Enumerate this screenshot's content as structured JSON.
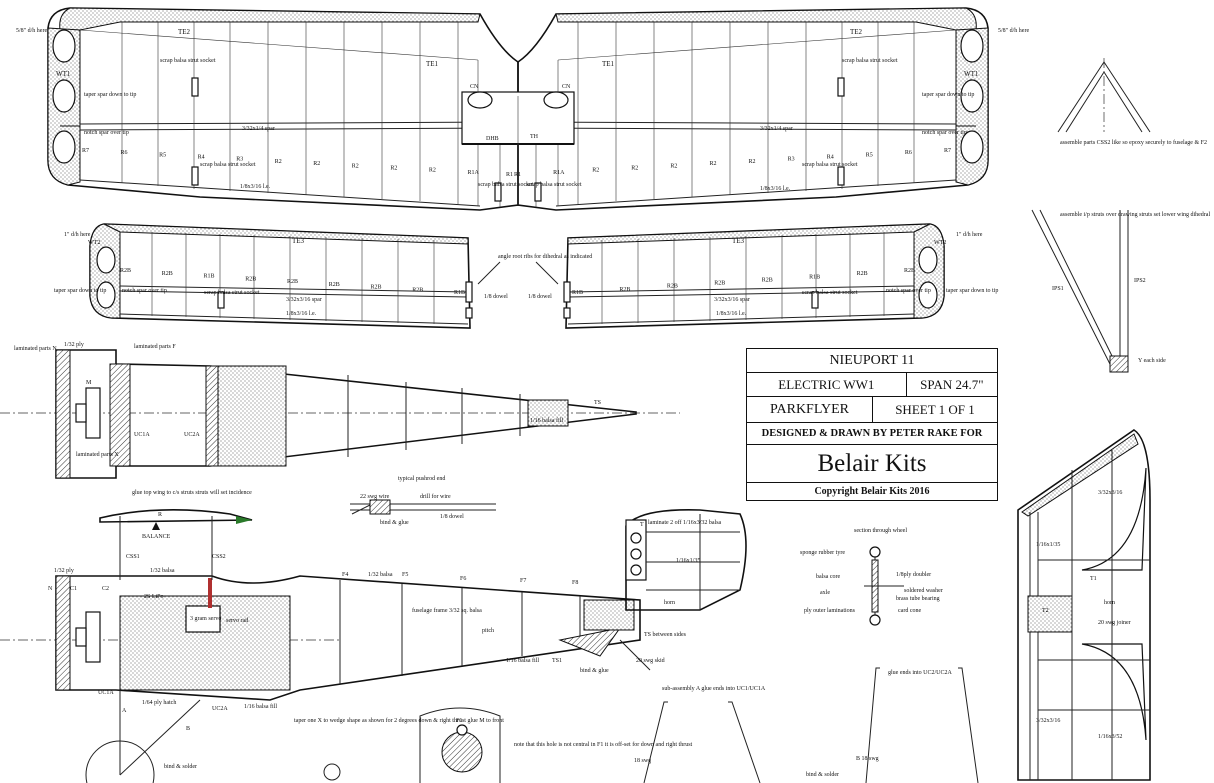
{
  "title_block": {
    "model": "NIEUPORT 11",
    "type": "ELECTRIC WW1",
    "span": "SPAN 24.7\"",
    "class": "PARKFLYER",
    "sheet": "SHEET 1 OF 1",
    "designer": "DESIGNED & DRAWN BY PETER RAKE FOR",
    "company": "Belair Kits",
    "copyright": "Copyright Belair Kits 2016"
  },
  "upper_wing": {
    "dihedral_left": "5/8\" d/h here",
    "dihedral_right": "5/8\" d/h here",
    "te2_left": "TE2",
    "te2_right": "TE2",
    "te1_left": "TE1",
    "te1_right": "TE1",
    "wt1_left": "WT1",
    "wt1_right": "WT1",
    "strut_socket_top_left": "scrap balsa strut socket",
    "strut_socket_top_right": "scrap balsa strut socket",
    "taper_spar_left": "taper spar down to tip",
    "taper_spar_right": "taper spar down to tip",
    "notch_spar_left": "notch spar over tip",
    "notch_spar_right": "notch spar over tip",
    "spar_left": "3/32x1/4 spar",
    "spar_right": "3/32x1/4 spar",
    "le_left": "1/8x3/16 l.e.",
    "le_right": "1/8x3/16 l.e.",
    "cn_left": "CN",
    "cn_right": "CN",
    "dhb": "DHB",
    "th": "TH",
    "ribs_left": [
      "R7",
      "R6",
      "R5",
      "R4",
      "R3",
      "R2",
      "R2",
      "R2",
      "R2",
      "R2",
      "R1A",
      "R1"
    ],
    "ribs_right": [
      "R1",
      "R1A",
      "R2",
      "R2",
      "R2",
      "R2",
      "R2",
      "R3",
      "R4",
      "R5",
      "R6",
      "R7"
    ],
    "socket_bottom_1": "scrap balsa strut socket",
    "socket_bottom_2": "scrap balsa strut socket",
    "socket_bottom_3": "scrap balsa strut socket",
    "socket_bottom_4": "scrap balsa strut socket"
  },
  "lower_wing": {
    "dihedral_left": "1\" d/h here",
    "dihedral_right": "1\" d/h here",
    "wt2_left": "WT2",
    "wt2_right": "WT2",
    "te3_left": "TE3",
    "te3_right": "TE3",
    "taper_spar_left": "taper spar down to tip",
    "taper_spar_right": "taper spar down to tip",
    "notch_spar_left": "notch spar over tip",
    "notch_spar_right": "notch spar over tip",
    "socket_left": "scrap balsa strut socket",
    "socket_right": "scrap balsa strut socket",
    "spar_left": "3/32x3/16 spar",
    "spar_right": "3/32x3/16 spar",
    "le_left": "1/8x3/16 l.e.",
    "le_right": "1/8x3/16 l.e.",
    "dowel_left": "1/8 dowel",
    "dowel_right": "1/8 dowel",
    "root_note": "angle root ribs for dihedral as indicated",
    "ribs_left": [
      "R2B",
      "R2B",
      "R1B",
      "R2B",
      "R2B",
      "R2B",
      "R2B",
      "R2B",
      "R1B"
    ],
    "ribs_right": [
      "R1B",
      "R2B",
      "R2B",
      "R2B",
      "R2B",
      "R1B",
      "R2B",
      "R2B"
    ]
  },
  "cabane": {
    "note": "assemble parts CSS2 like so epoxy securely to fuselage & F2"
  },
  "interplane": {
    "note": "assemble i/p struts over drawing struts set lower wing dihedral",
    "ips1": "IPS1",
    "ips2": "IPS2",
    "each_side": "Y each side"
  },
  "top_view": {
    "ply": "1/32 ply",
    "laminated_n": "laminated parts N",
    "laminated_f": "laminated parts F",
    "laminated_x": "laminated parts X",
    "m": "M",
    "uc1a": "UC1A",
    "uc2a": "UC2A",
    "ts": "TS",
    "balsa_fill": "1/16 balsa fill"
  },
  "pushrod": {
    "title": "typical pushrod end",
    "wire": "22 swg wire",
    "drill": "drill for wire",
    "bind": "bind & glue",
    "dowel": "1/8 dowel"
  },
  "balance": {
    "note": "glue top wing to c/s struts struts will set incidence",
    "label": "BALANCE",
    "r": "R"
  },
  "side_view": {
    "ply": "1/32 ply",
    "balsa": "1/32 balsa",
    "css1": "CSS1",
    "css2": "CSS2",
    "formers": [
      "F4",
      "F5",
      "F6",
      "F7",
      "F8"
    ],
    "balsa_mid": "1/32 balsa",
    "fuselage_frame": "fuselage frame 3/32 sq. balsa",
    "pitch": "pitch",
    "servo": "3 gram servo",
    "servo_rail": "servo rail",
    "battery": "2S LiPo",
    "n": "N",
    "c1": "C1",
    "c2": "C2",
    "uc1a": "UC1A",
    "ply_hatch": "1/64 ply hatch",
    "uc2a": "UC2A",
    "balsa_fill": "1/16 balsa fill",
    "a": "A",
    "b": "B",
    "fill_tail": "1/16 balsa fill",
    "ts1": "TS1",
    "ts_between": "TS between sides",
    "skid": "20 swg skid",
    "bind_glue": "bind & glue",
    "bind_solder": "bind & solder",
    "horn": "horn"
  },
  "rudder": {
    "laminate": "laminate 2 off 1/16x3/32 balsa",
    "sheet": "1/16x1/35",
    "t": "T"
  },
  "wheel": {
    "title": "section through wheel",
    "sponge": "sponge rubber tyre",
    "balsa_core": "balsa core",
    "axle": "axle",
    "ply": "ply outer laminations",
    "doubler": "1/8ply doubler",
    "washer": "soldered washer",
    "tube": "brass tube bearing",
    "card": "card cone"
  },
  "stab": {
    "spar": "3/32x3/16",
    "sheet_left": "1/16x1/35",
    "horn": "horn",
    "joiner": "20 swg joiner",
    "spar_bottom": "3/32x3/16",
    "sheet_bottom": "1/16x3/52",
    "t1": "T1",
    "t2": "T2"
  },
  "bottom_notes": {
    "taper": "taper one X to wedge shape as shown for 2 degrees down & right thrust glue M to front",
    "f1": "F1",
    "hole": "note that this hole is not central in F1 it is off-set for down and right thrust",
    "subassembly": "sub-assembly A glue ends into UC1/UC1A",
    "glue_ends": "glue ends into UC2/UC2A",
    "swg_a": "18 swg",
    "swg_b": "B 18 swg",
    "bind_solder_b": "bind & solder"
  }
}
